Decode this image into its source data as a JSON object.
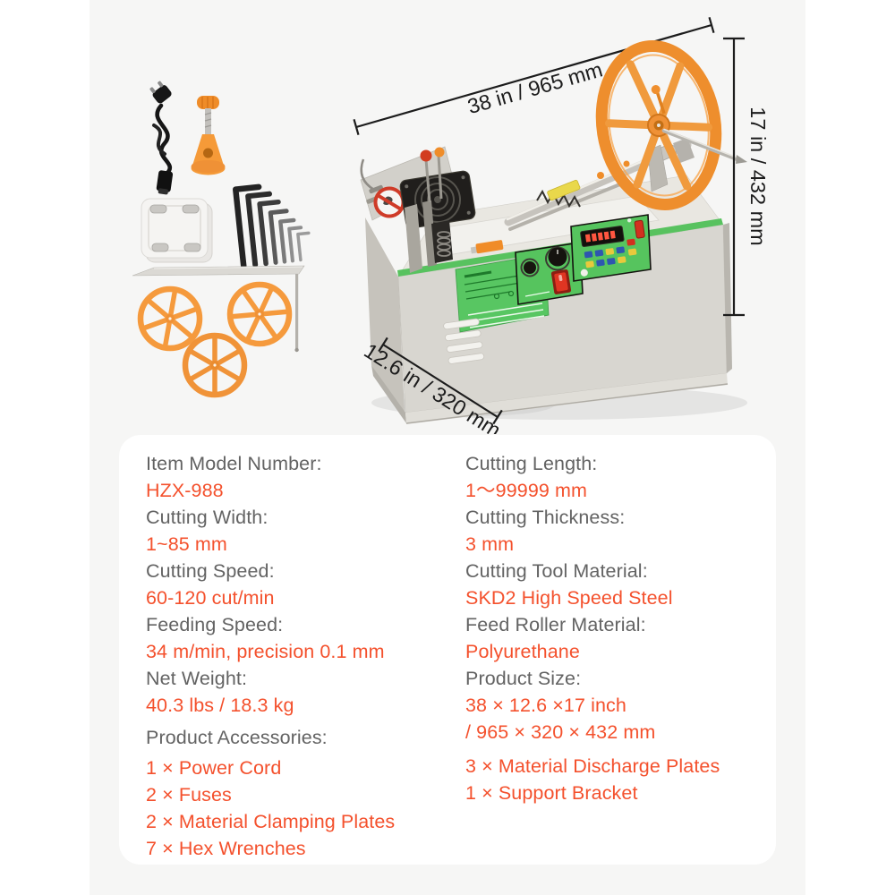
{
  "page": {
    "background": "#ffffff",
    "panel_background": "#f6f6f5"
  },
  "colors": {
    "value_accent": "#f4512d",
    "label_gray": "#636363",
    "dimension_text": "#1c1c1c",
    "machine_panel_green": "#56c45e",
    "wheel_orange": "#f09a3d",
    "power_switch_red": "#e03522"
  },
  "dimensions": {
    "width": "38 in / 965 mm",
    "height": "17 in / 432 mm",
    "depth": "12.6 in / 320 mm"
  },
  "illustration": {
    "machine": "tape-cutting-machine",
    "accessory_items": [
      "power-cord",
      "clamping-knob",
      "material-clamping-plates",
      "hex-wrenches",
      "support-bracket",
      "material-discharge-plates"
    ]
  },
  "specs": {
    "left": [
      {
        "label": "Item Model Number:",
        "value": "HZX-988"
      },
      {
        "label": "Cutting Width:",
        "value": "1~85 mm"
      },
      {
        "label": "Cutting Speed:",
        "value": "60-120 cut/min"
      },
      {
        "label": "Feeding Speed:",
        "value": "34 m/min, precision 0.1 mm"
      },
      {
        "label": "Net Weight:",
        "value": "40.3 lbs / 18.3 kg"
      }
    ],
    "right": [
      {
        "label": "Cutting Length:",
        "value": "1〜99999 mm"
      },
      {
        "label": "Cutting Thickness:",
        "value": "3 mm"
      },
      {
        "label": "Cutting Tool Material:",
        "value": "SKD2 High Speed Steel"
      },
      {
        "label": "Feed Roller Material:",
        "value": "Polyurethane"
      },
      {
        "label": "Product Size:",
        "value": "38 × 12.6 ×17 inch",
        "value_line2": "/ 965 × 320 × 432 mm"
      }
    ],
    "accessories_heading": "Product Accessories:",
    "accessories_left": [
      "1 × Power Cord",
      "2 × Fuses",
      "2 × Material Clamping Plates",
      "7 × Hex Wrenches"
    ],
    "accessories_right": [
      "3 × Material Discharge Plates",
      "1 × Support Bracket"
    ]
  }
}
